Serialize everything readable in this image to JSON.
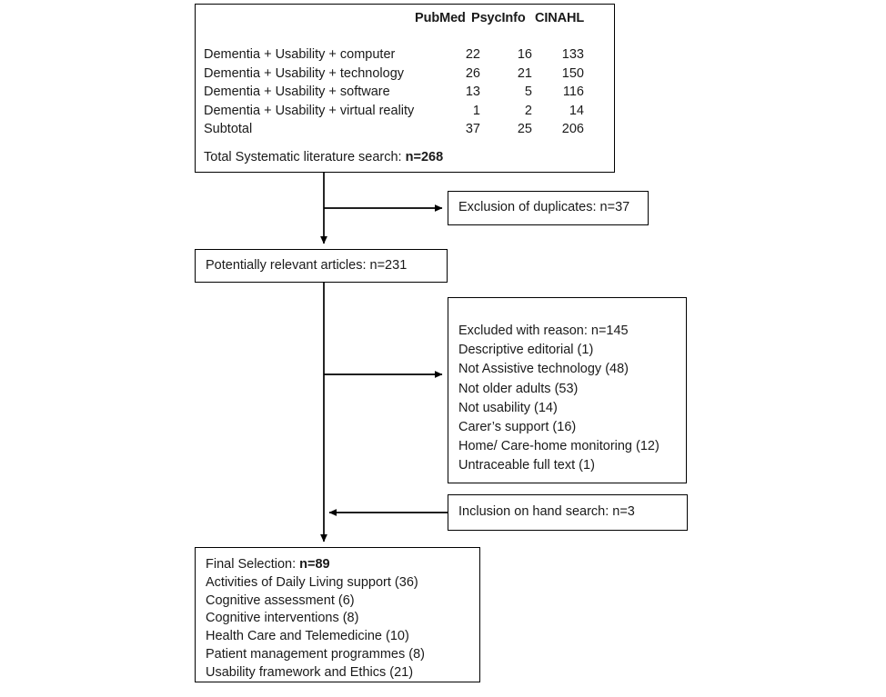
{
  "diagram": {
    "title": "Systematic literature search flow diagram",
    "line_color": "#000000",
    "text_color": "#1a1a1a",
    "background": "#ffffff"
  },
  "search_box": {
    "columns": [
      "PubMed",
      "PsycInfo",
      "CINAHL"
    ],
    "rows": [
      {
        "label": "Dementia + Usability + computer",
        "pubmed": "22",
        "psycinfo": "16",
        "cinahl": "133"
      },
      {
        "label": "Dementia + Usability + technology",
        "pubmed": "26",
        "psycinfo": "21",
        "cinahl": "150"
      },
      {
        "label": "Dementia + Usability + software",
        "pubmed": "13",
        "psycinfo": "5",
        "cinahl": "116"
      },
      {
        "label": "Dementia + Usability + virtual reality",
        "pubmed": "1",
        "psycinfo": "2",
        "cinahl": "14"
      },
      {
        "label": "Subtotal",
        "pubmed": "37",
        "psycinfo": "25",
        "cinahl": "206"
      }
    ],
    "total_label": "Total Systematic literature search: ",
    "total_value": "n=268"
  },
  "duplicates_box": {
    "text": "Exclusion of duplicates: n=37"
  },
  "relevant_box": {
    "text": "Potentially relevant articles: n=231"
  },
  "excluded_box": {
    "items": [
      "Excluded with reason: n=145",
      "Descriptive editorial (1)",
      "Not Assistive technology (48)",
      "Not older adults (53)",
      "Not usability (14)",
      "Carer’s support (16)",
      "Home/ Care-home monitoring (12)",
      "Untraceable full text (1)"
    ]
  },
  "hand_search_box": {
    "text": "Inclusion on hand search: n=3"
  },
  "final_box": {
    "heading_label": "Final Selection: ",
    "heading_value": "n=89",
    "items": [
      "Activities of Daily Living support (36)",
      "Cognitive assessment (6)",
      "Cognitive interventions (8)",
      "Health Care and Telemedicine (10)",
      "Patient management programmes (8)",
      "Usability framework and Ethics (21)"
    ]
  }
}
